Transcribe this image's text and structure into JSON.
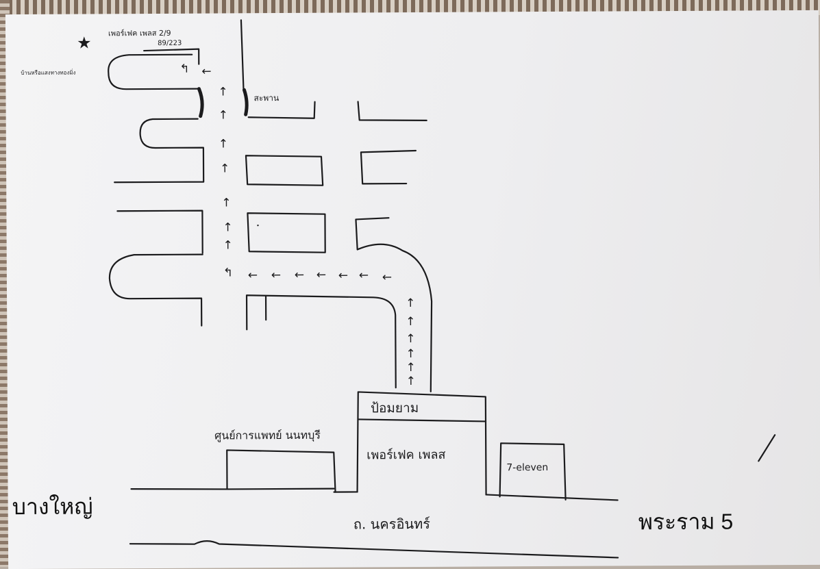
{
  "labels": {
    "destination_line1": "เพอร์เฟค เพลส 2/9",
    "destination_line2": "89/223",
    "village_left": "บ้านหรือแสงทางทองมิ่ง",
    "bridge": "สะพาน",
    "guard_post": "ป้อมยาม",
    "medical_center": "ศูนย์การแพทย์ นนทบุรี",
    "perfect_place": "เพอร์เฟค เพลส",
    "seven_eleven": "7-eleven",
    "main_road": "ถ. นครอินทร์",
    "left_direction": "บางใหญ่",
    "right_direction": "พระราม 5"
  },
  "symbols": {
    "destination_marker": "★",
    "arrow_up": "↑",
    "arrow_left": "←",
    "turn_left": "↰"
  },
  "colors": {
    "ink": "#1b1b1d",
    "paper": "#f2f2f3",
    "background": "#b8aea4"
  }
}
